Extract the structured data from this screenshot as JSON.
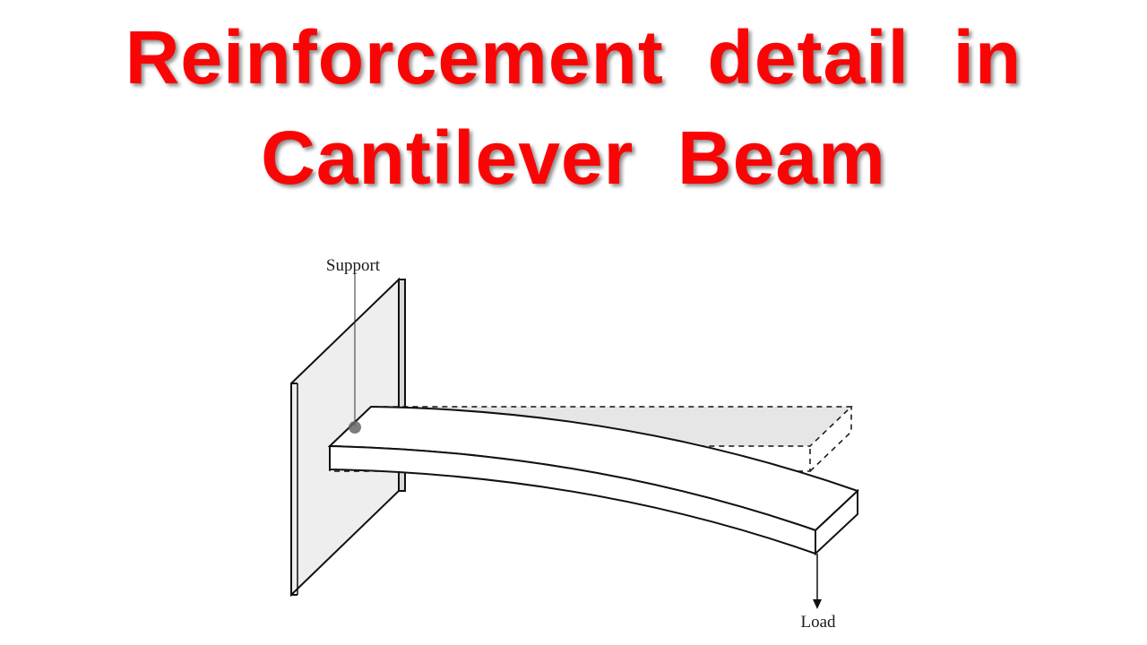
{
  "title": {
    "line1": "Reinforcement  detail  in",
    "line2": "Cantilever  Beam",
    "color": "#fa0505"
  },
  "diagram": {
    "support_label": "Support",
    "load_label": "Load",
    "wall_fill": "#eeeeee",
    "beam_original_fill": "#e6e6e6",
    "beam_deflected_fill": "#ffffff",
    "line_color": "#111111",
    "support_point_color": "#666666"
  }
}
